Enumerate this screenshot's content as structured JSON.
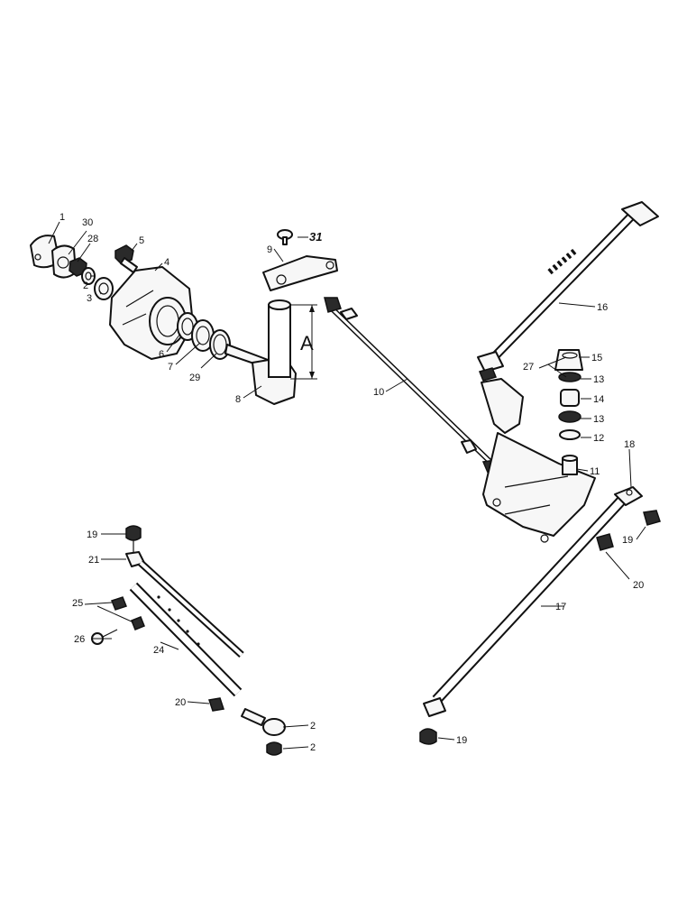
{
  "labels": {
    "p1": "1",
    "p2": "2",
    "p3": "3",
    "p4": "4",
    "p5": "5",
    "p6": "6",
    "p7": "7",
    "p8": "8",
    "p9": "9",
    "p10": "10",
    "p11": "11",
    "p12": "12",
    "p13a": "13",
    "p13b": "13",
    "p14": "14",
    "p15": "15",
    "p16": "16",
    "p17": "17",
    "p18": "18",
    "p19a": "19",
    "p19b": "19",
    "p19c": "19",
    "p20a": "20",
    "p20b": "20",
    "p21": "21",
    "p24": "24",
    "p25": "25",
    "p26": "26",
    "p27": "27",
    "p28": "28",
    "p29": "29",
    "p30": "30",
    "p31": "31",
    "pA": "A",
    "pEndNut1": "2",
    "pEndNut2": "2"
  }
}
